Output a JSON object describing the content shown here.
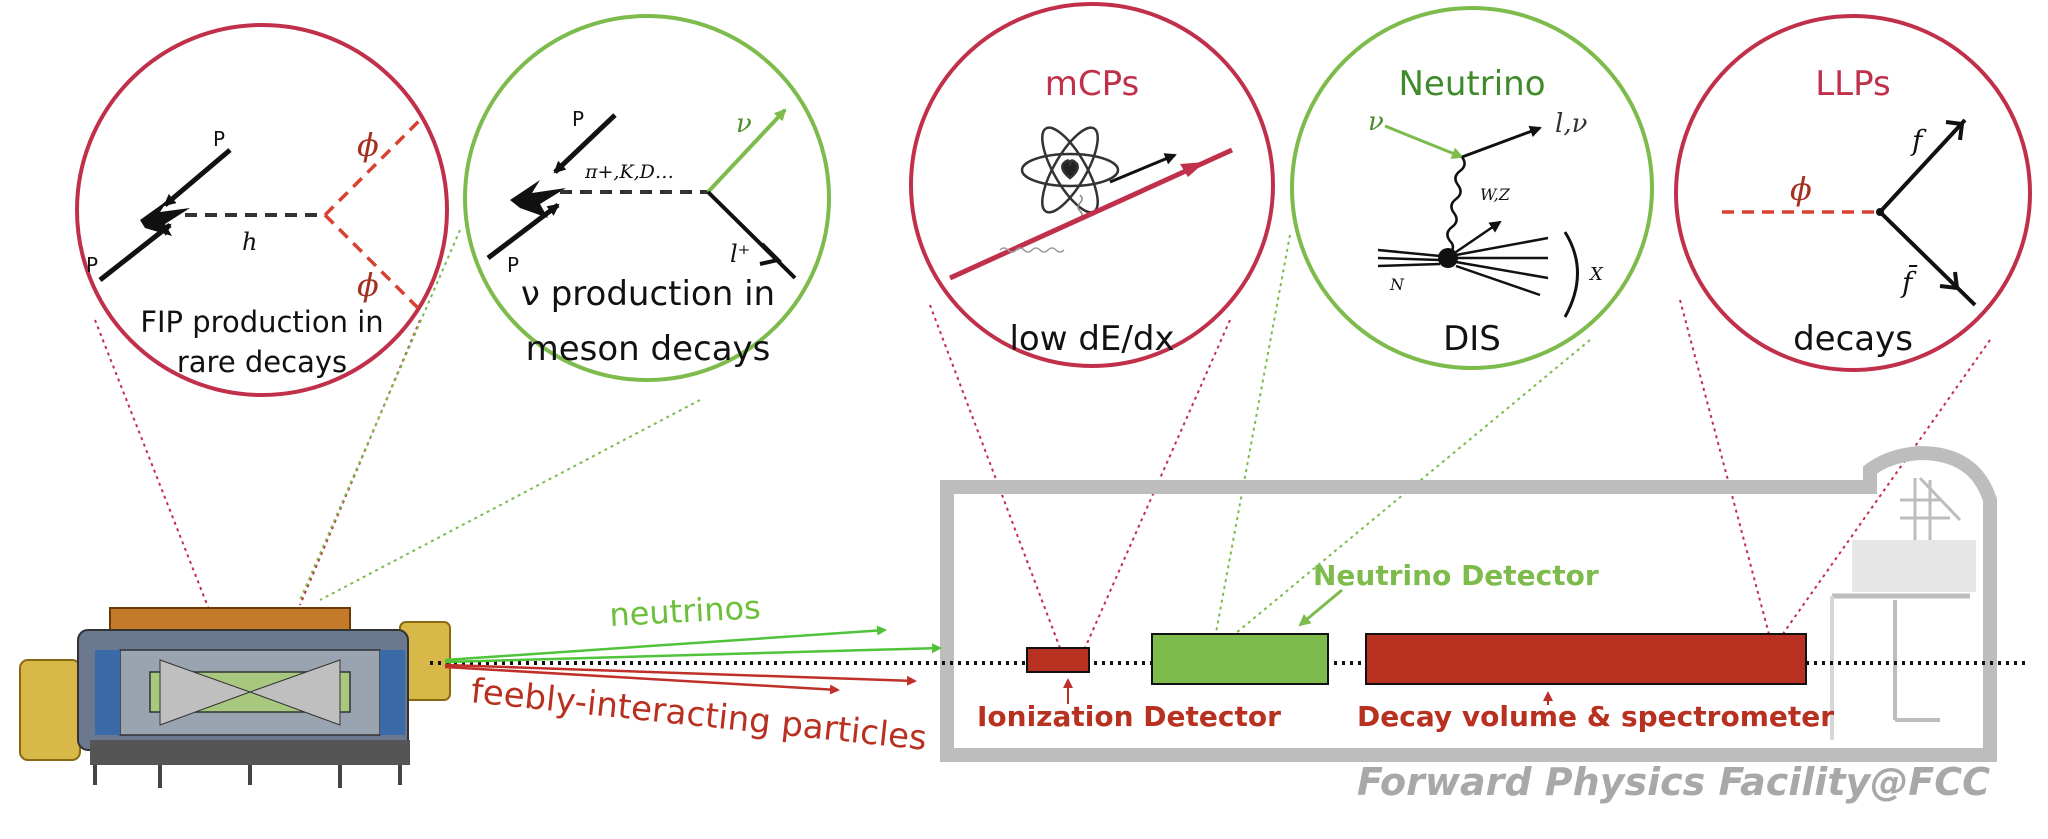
{
  "colors": {
    "red": "#c0304a",
    "green": "#7cbb4c",
    "dark_red": "#b8301f",
    "grey": "#bdbdbd",
    "facility_text": "#a8a8a8"
  },
  "circles": [
    {
      "caption_line1": "FIP production in",
      "caption_line2": "rare decays",
      "labels": {
        "p_top": "P",
        "p_bottom": "P",
        "h": "h",
        "phi_top": "ϕ",
        "phi_bottom": "ϕ"
      }
    },
    {
      "caption_line1": "ν production in",
      "caption_line2": "meson decays",
      "labels": {
        "p_top": "P",
        "p_bottom": "P",
        "mesons": "π+,K,D…",
        "nu": "ν",
        "lepton": "l⁺"
      }
    },
    {
      "title": "mCPs",
      "caption": "low dE/dx"
    },
    {
      "title": "Neutrino",
      "caption": "DIS",
      "labels": {
        "nu": "ν",
        "out": "l,ν",
        "wz": "W,Z",
        "n": "N",
        "x": "X"
      }
    },
    {
      "title": "LLPs",
      "caption": "decays",
      "labels": {
        "phi": "ϕ",
        "f": "f",
        "fbar": "f̄"
      }
    }
  ],
  "beam_labels": {
    "neutrinos": "neutrinos",
    "fips": "feebly-interacting particles"
  },
  "detectors": {
    "ionization": "Ionization Detector",
    "neutrino": "Neutrino Detector",
    "decay": "Decay volume & spectrometer"
  },
  "facility_title": "Forward Physics Facility@FCC"
}
